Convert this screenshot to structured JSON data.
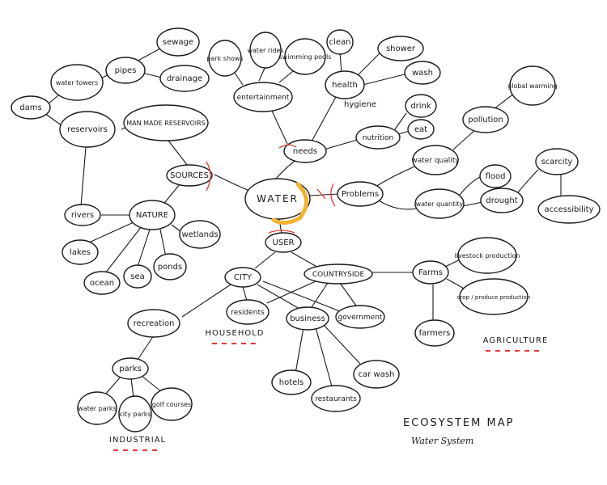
{
  "map": {
    "center": {
      "label": "WATER"
    },
    "nodes": {
      "sources": "SOURCES",
      "needs": "needs",
      "problems": "Problems",
      "user": "USER",
      "nature": "NATURE",
      "rivers": "rivers",
      "lakes": "lakes",
      "ocean": "ocean",
      "sea": "sea",
      "ponds": "ponds",
      "wetlands": "wetlands",
      "man_made_reservoirs": "MAN MADE RESERVOIRS",
      "reservoirs": "reservoirs",
      "dams": "dams",
      "water_towers": "water towers",
      "pipes": "pipes",
      "sewage": "sewage",
      "drainage": "drainage",
      "entertainment": "entertainment",
      "park_shows": "park shows",
      "water_rides": "water rides",
      "swimming_pools": "swimming pools",
      "health": "health",
      "clean": "clean",
      "shower": "shower",
      "wash": "wash",
      "hygiene": "hygiene",
      "nutrition": "nutrition",
      "drink": "drink",
      "eat": "eat",
      "water_quality": "water quality",
      "pollution": "pollution",
      "global_warming": "global warming",
      "water_quantity": "water quantity",
      "flood": "flood",
      "drought": "drought",
      "scarcity": "scarcity",
      "accessibility": "accessibility",
      "city": "CITY",
      "countryside": "COUNTRYSIDE",
      "residents": "residents",
      "business": "business",
      "government": "government",
      "recreation": "recreation",
      "parks": "parks",
      "water_parks": "water parks",
      "city_parks": "city parks",
      "golf_courses": "golf courses",
      "hotels": "hotels",
      "restaurants": "restaurants",
      "car_wash": "car wash",
      "farms": "Farms",
      "livestock_production": "livestock production",
      "crop_produce_production": "crop / produce production",
      "farmers": "farmers"
    },
    "sectors": {
      "household": "HOUSEHOLD",
      "agriculture": "AGRICULTURE",
      "industrial": "INDUSTRIAL"
    },
    "title": "ECOSYSTEM MAP",
    "subtitle": "Water System"
  },
  "colors": {
    "ink": "#1a1a1a",
    "red_accent": "#e53935",
    "water_highlight": "#f2b233"
  }
}
